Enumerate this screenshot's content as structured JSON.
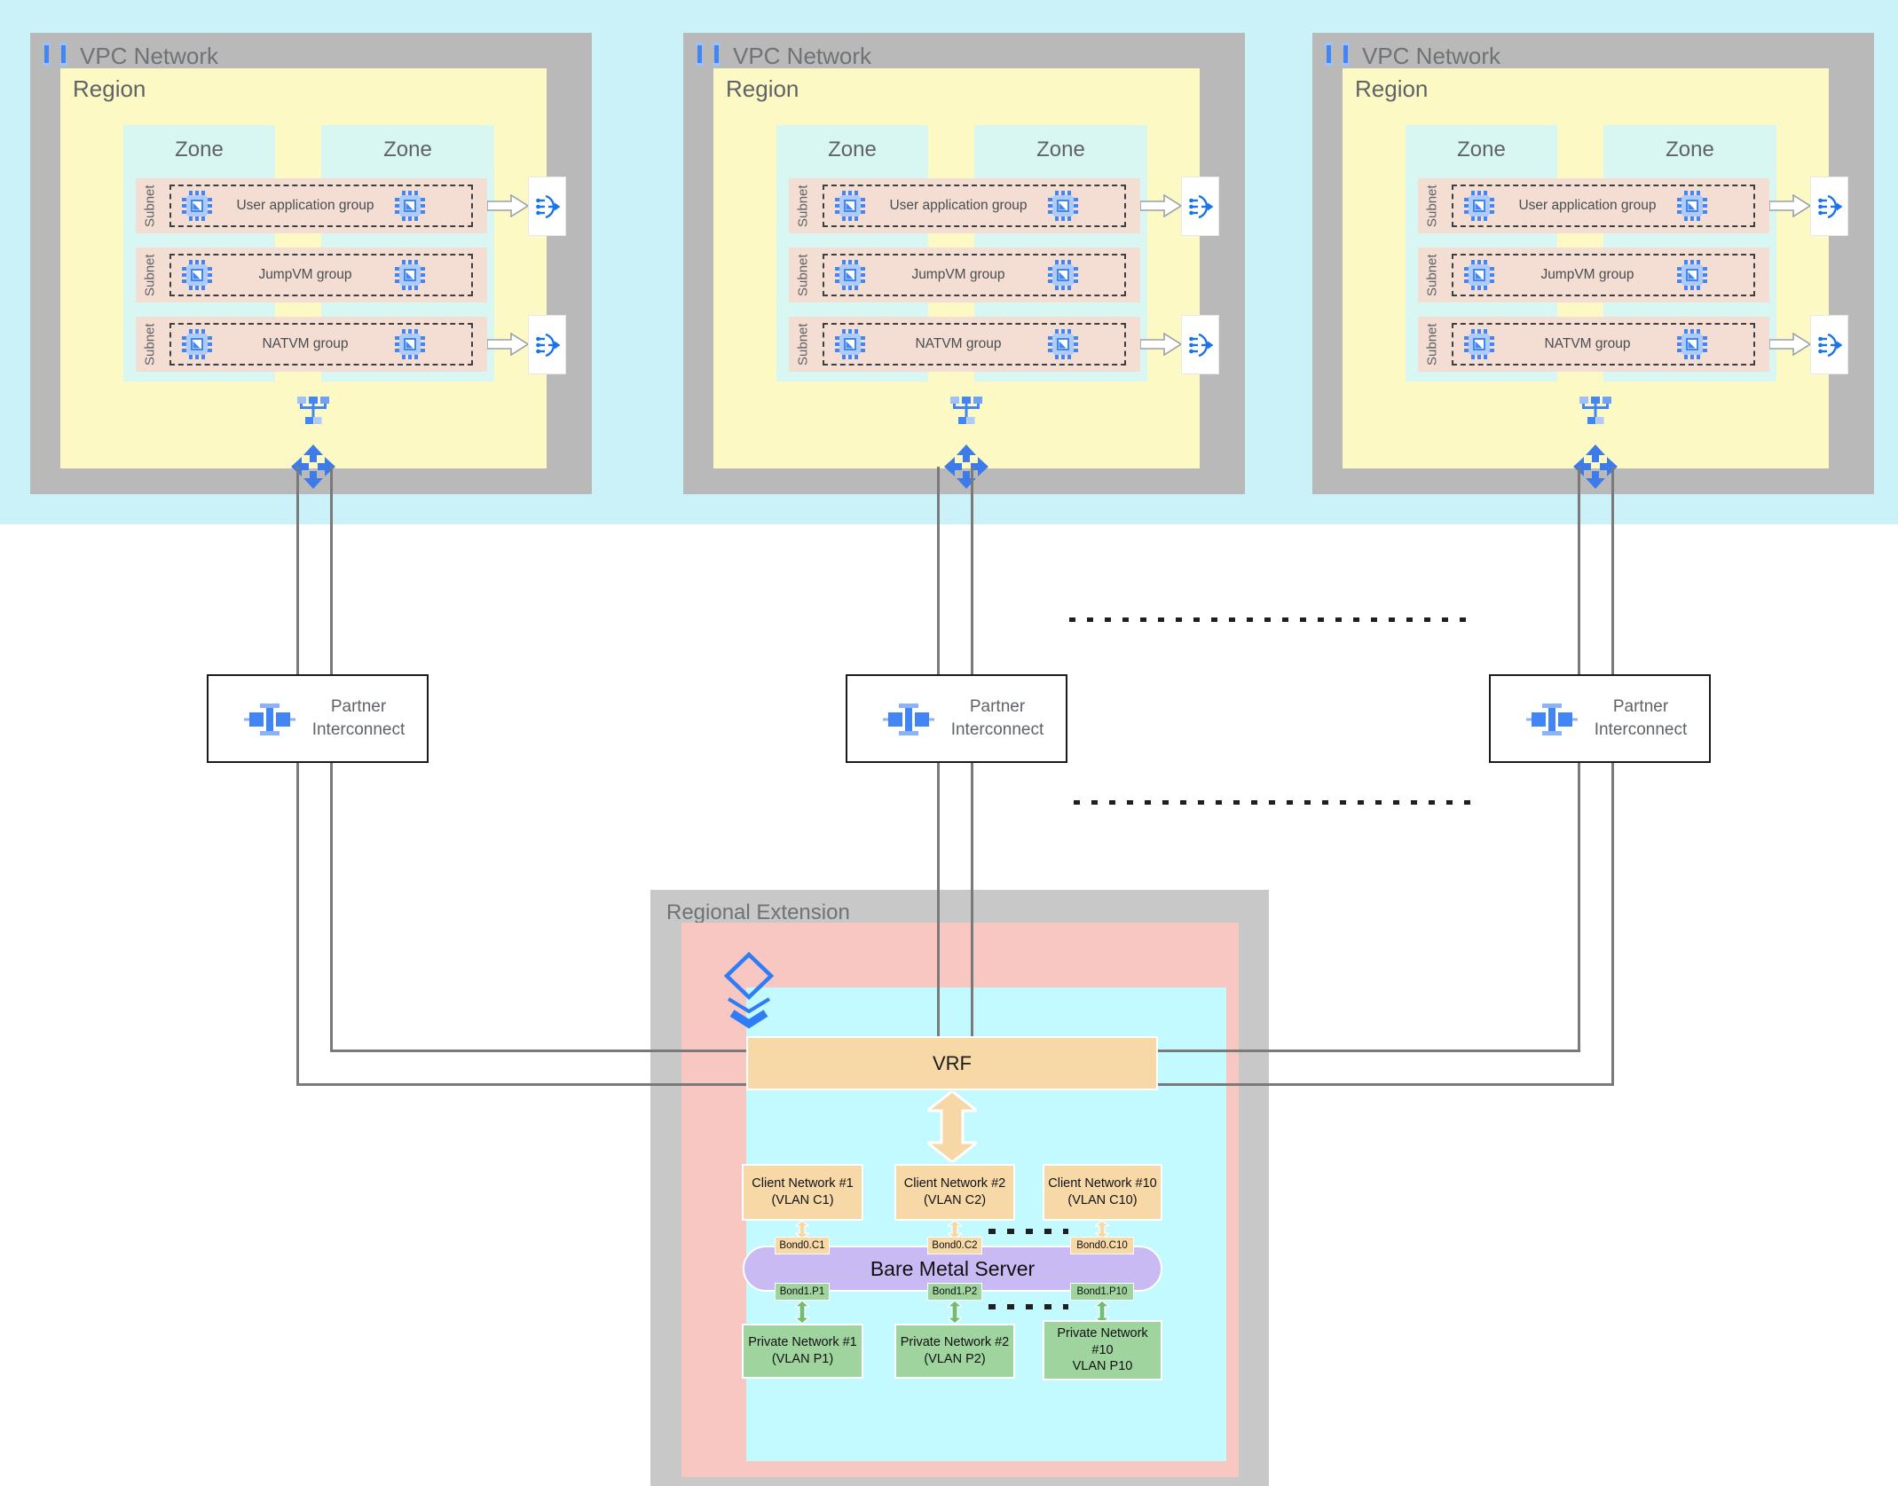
{
  "colors": {
    "cloud_band": "#CBF2F8",
    "vpc_gray": "#B9B9B9",
    "region_yellow": "#FCF9C5",
    "zone_teal": "#D8F6F2",
    "subnet_pink": "#F4DED3",
    "regional_ext_gray": "#C8C8C8",
    "regional_ext_pink": "#F8C7C2",
    "regional_ext_cyan": "#C2FAFF",
    "tan": "#F7D9A8",
    "bare_metal_purple": "#C9BAF4",
    "private_green": "#9FD49F",
    "google_blue": "#4285F4",
    "connector_gray": "#7A7A7A"
  },
  "vpc_blocks": [
    {
      "title": "VPC Network",
      "region": "Region",
      "zones": [
        "Zone",
        "Zone"
      ],
      "subnets": [
        {
          "label": "Subnet",
          "group": "User application group"
        },
        {
          "label": "Subnet",
          "group": "JumpVM group"
        },
        {
          "label": "Subnet",
          "group": "NATVM group"
        }
      ]
    },
    {
      "title": "VPC Network",
      "region": "Region",
      "zones": [
        "Zone",
        "Zone"
      ],
      "subnets": [
        {
          "label": "Subnet",
          "group": "User application group"
        },
        {
          "label": "Subnet",
          "group": "JumpVM group"
        },
        {
          "label": "Subnet",
          "group": "NATVM group"
        }
      ]
    },
    {
      "title": "VPC Network",
      "region": "Region",
      "zones": [
        "Zone",
        "Zone"
      ],
      "subnets": [
        {
          "label": "Subnet",
          "group": "User application group"
        },
        {
          "label": "Subnet",
          "group": "JumpVM group"
        },
        {
          "label": "Subnet",
          "group": "NATVM group"
        }
      ]
    }
  ],
  "partner_interconnects": [
    {
      "label": "Partner Interconnect"
    },
    {
      "label": "Partner Interconnect"
    },
    {
      "label": "Partner Interconnect"
    }
  ],
  "regional_extension": {
    "title": "Regional Extension",
    "vrf": "VRF",
    "bare_metal": "Bare Metal Server",
    "client_networks": [
      {
        "name": "Client Network #1",
        "vlan": "(VLAN C1)",
        "bond": "Bond0.C1"
      },
      {
        "name": "Client Network #2",
        "vlan": "(VLAN C2)",
        "bond": "Bond0.C2"
      },
      {
        "name": "Client Network #10",
        "vlan": "(VLAN C10)",
        "bond": "Bond0.C10"
      }
    ],
    "private_networks": [
      {
        "name": "Private Network #1",
        "vlan": "(VLAN P1)",
        "bond": "Bond1.P1"
      },
      {
        "name": "Private Network #2",
        "vlan": "(VLAN P2)",
        "bond": "Bond1.P2"
      },
      {
        "name": "Private Network #10",
        "vlan": "VLAN P10",
        "bond": "Bond1.P10"
      }
    ]
  }
}
